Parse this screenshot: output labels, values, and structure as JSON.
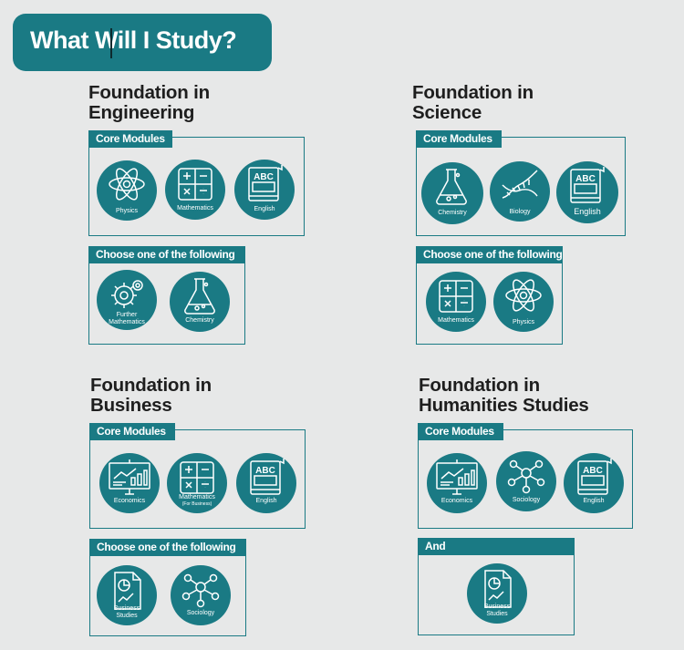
{
  "page_title": "What Will I Study?",
  "labels": {
    "core": "Core Modules",
    "choose": "Choose one of the following",
    "and": "And"
  },
  "engineering": {
    "title_line1": "Foundation in",
    "title_line2": "Engineering",
    "core": [
      "Physics",
      "Mathematics",
      "English"
    ],
    "choose": [
      "Further Mathematics",
      "Chemistry"
    ],
    "choose_first_line1": "Further",
    "choose_first_line2": "Mathematics"
  },
  "science": {
    "title_line1": "Foundation in",
    "title_line2": "Science",
    "core": [
      "Chemistry",
      "Biology",
      "English"
    ],
    "choose": [
      "Mathematics",
      "Physics"
    ]
  },
  "business": {
    "title_line1": "Foundation in",
    "title_line2": "Business",
    "core": [
      "Economics",
      "Mathematics",
      "English"
    ],
    "core_math_note": "(For Business)",
    "choose": [
      "Business Studies",
      "Sociology"
    ],
    "choose_first_line1": "Business",
    "choose_first_line2": "Studies"
  },
  "humanities": {
    "title_line1": "Foundation in",
    "title_line2": "Humanities Studies",
    "core": [
      "Economics",
      "Sociology",
      "English"
    ],
    "and": [
      "Business Studies"
    ],
    "and_first_line1": "Business",
    "and_first_line2": "Studies"
  },
  "icons": {
    "atom": "atom-icon",
    "calculator": "calculator-icon",
    "book": "abc-book-icon",
    "gears": "gears-icon",
    "flask": "flask-icon",
    "dna": "dna-icon",
    "chart_board": "chart-board-icon",
    "network": "people-network-icon",
    "report": "report-chart-icon"
  },
  "colors": {
    "teal": "#1a7a84",
    "background": "#e7e8e8"
  }
}
